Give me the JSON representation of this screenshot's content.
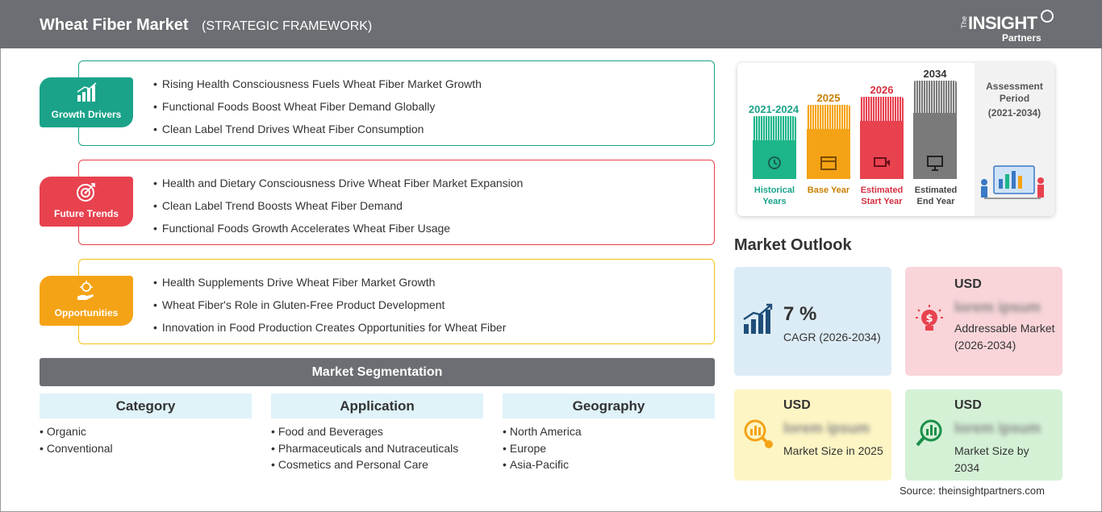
{
  "header": {
    "title": "Wheat Fiber Market",
    "subtitle": "(STRATEGIC FRAMEWORK)",
    "logo_the": "The",
    "logo_main": "INSIGHT",
    "logo_sub": "Partners"
  },
  "sections": [
    {
      "label": "Growth Drivers",
      "color": "#1aa389",
      "items": [
        "Rising Health Consciousness Fuels Wheat Fiber Market Growth",
        "Functional Foods Boost Wheat Fiber Demand Globally",
        "Clean Label Trend Drives Wheat Fiber Consumption"
      ]
    },
    {
      "label": "Future Trends",
      "color": "#e8424f",
      "items": [
        "Health and Dietary Consciousness Drive Wheat Fiber Market Expansion",
        "Clean Label Trend Boosts Wheat Fiber Demand",
        "Functional Foods Growth Accelerates Wheat Fiber Usage"
      ]
    },
    {
      "label": "Opportunities",
      "color": "#f5a316",
      "items": [
        "Health Supplements Drive Wheat Fiber Market Growth",
        "Wheat Fiber's Role in Gluten-Free Product Development",
        "Innovation in Food Production Creates Opportunities for Wheat Fiber"
      ]
    }
  ],
  "segmentation": {
    "title": "Market Segmentation",
    "columns": [
      {
        "heading": "Category",
        "items": [
          "Organic",
          "Conventional"
        ]
      },
      {
        "heading": "Application",
        "items": [
          "Food and Beverages",
          "Pharmaceuticals and Nutraceuticals",
          "Cosmetics and Personal Care"
        ]
      },
      {
        "heading": "Geography",
        "items": [
          "North America",
          "Europe",
          "Asia-Pacific"
        ]
      }
    ]
  },
  "assessment": {
    "title": "Assessment Period",
    "period": "(2021-2034)",
    "bars": [
      {
        "year": "2021-2024",
        "label": "Historical Years",
        "color": "#1db58a"
      },
      {
        "year": "2025",
        "label": "Base Year",
        "color": "#f5a316"
      },
      {
        "year": "2026",
        "label": "Estimated Start Year",
        "color": "#e8424f"
      },
      {
        "year": "2034",
        "label": "Estimated End Year",
        "color": "#7a7a7a"
      }
    ]
  },
  "outlook": {
    "title": "Market Outlook",
    "cagr": {
      "value": "7 %",
      "label": "CAGR (2026-2034)",
      "bg": "#dcecf6",
      "icon": "bar-growth-icon"
    },
    "addressable": {
      "usd": "USD",
      "value": "lorem ipsum",
      "label": "Addressable Market (2026-2034)",
      "bg": "#f9d5da",
      "icon": "idea-dollar-icon"
    },
    "size2025": {
      "usd": "USD",
      "value": "lorem ipsum",
      "label": "Market Size in 2025",
      "bg": "#fdf5c4",
      "icon": "coins-magnifier-icon"
    },
    "size2034": {
      "usd": "USD",
      "value": "lorem ipsum",
      "label": "Market Size by 2034",
      "bg": "#d4f1d6",
      "icon": "chart-magnifier-icon"
    }
  },
  "source": "Source: theinsightpartners.com"
}
